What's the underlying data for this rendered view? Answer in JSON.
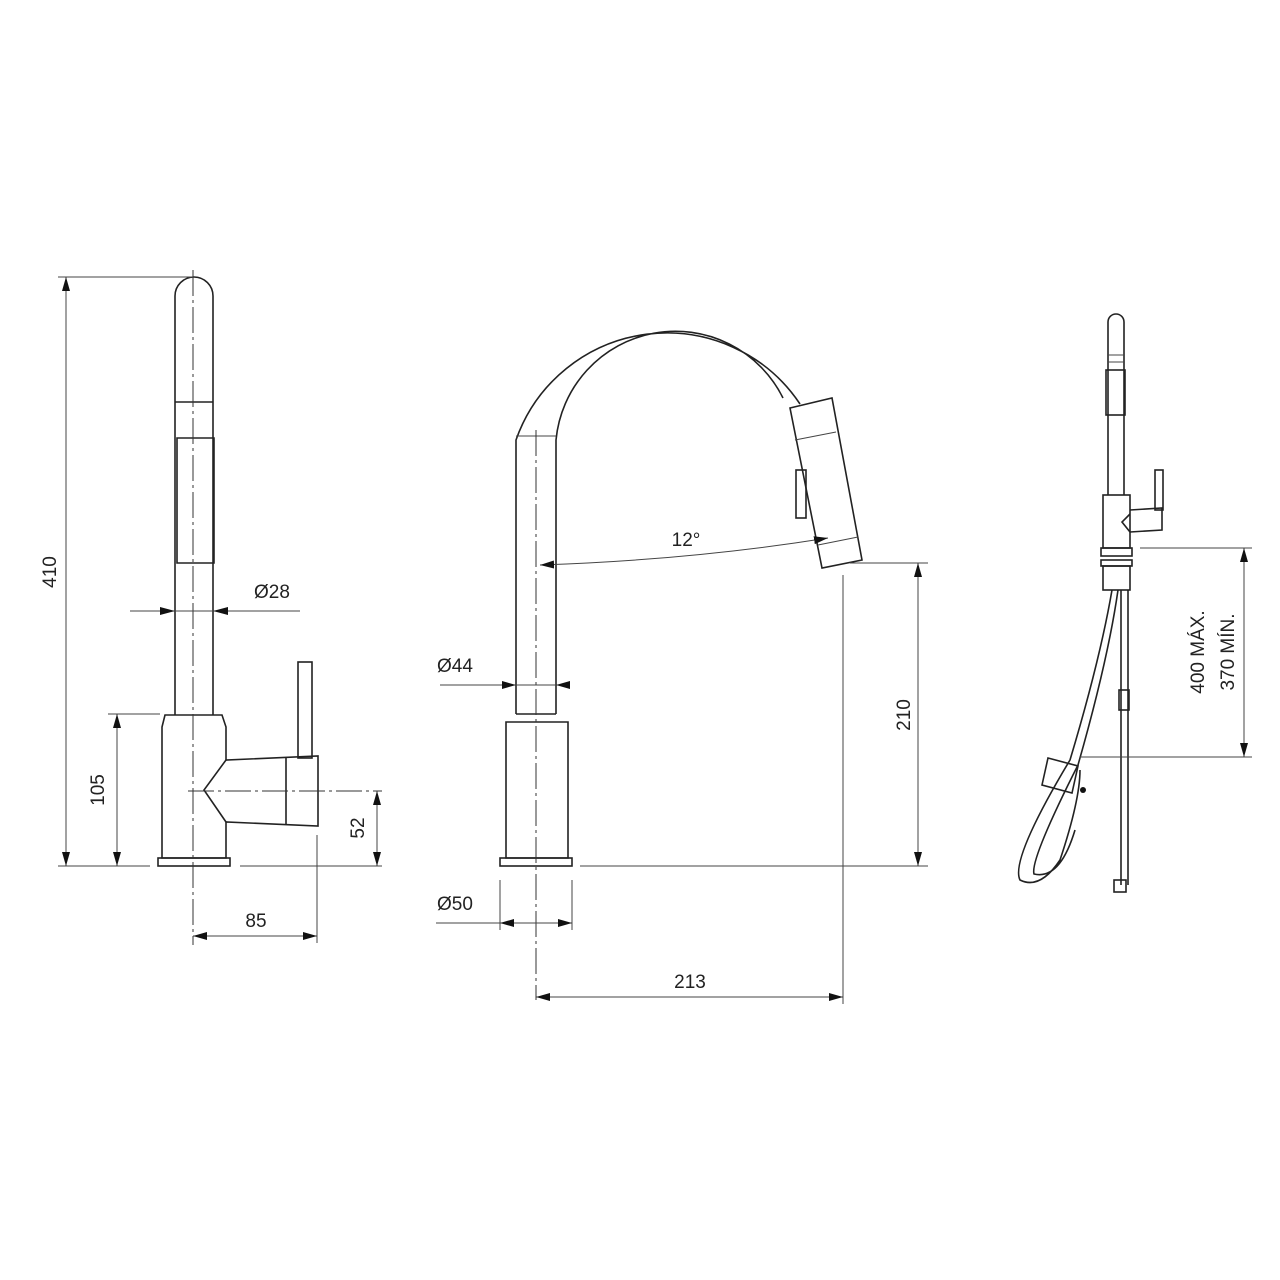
{
  "drawing": {
    "side_view": {
      "height": "410",
      "spout_diameter": "Ø28",
      "body_height": "105",
      "handle_height": "52",
      "handle_reach": "85"
    },
    "front_view": {
      "spout_angle": "12°",
      "pipe_diameter": "Ø44",
      "base_diameter": "Ø50",
      "outlet_height": "210",
      "reach": "213"
    },
    "installed_view": {
      "hose_max": "400 MÁX.",
      "hose_min": "370 MÍN."
    }
  },
  "colors": {
    "line": "#222222",
    "background": "#ffffff"
  }
}
